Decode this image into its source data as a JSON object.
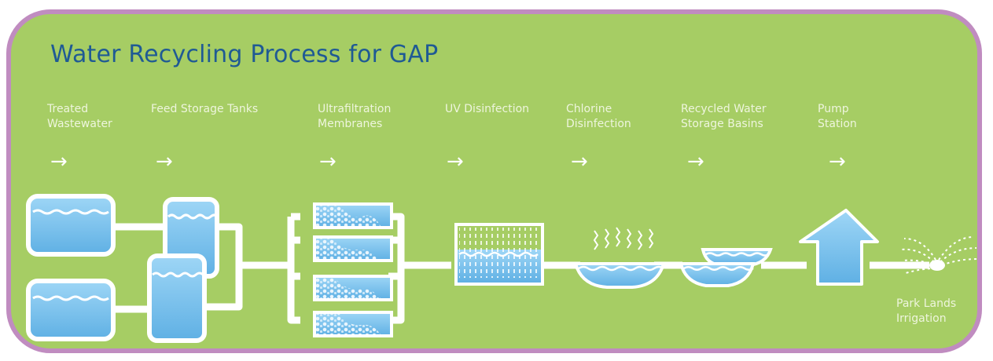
{
  "title": "Water Recycling Process for GAP",
  "stages": [
    {
      "line1": "Treated",
      "line2": "Wastewater"
    },
    {
      "line1": "Feed Storage Tanks",
      "line2": ""
    },
    {
      "line1": "Ultrafiltration",
      "line2": "Membranes"
    },
    {
      "line1": "UV Disinfection",
      "line2": ""
    },
    {
      "line1": "Chlorine",
      "line2": "Disinfection"
    },
    {
      "line1": "Recycled Water",
      "line2": "Storage Basins"
    },
    {
      "line1": "Pump",
      "line2": "Station"
    }
  ],
  "arrow_glyph": "→",
  "end_label": {
    "line1": "Park Lands",
    "line2": "Irrigation"
  },
  "colors": {
    "background": "#a6cd64",
    "border": "#c08cc0",
    "title": "#1f5a94",
    "water": "#7fc4ee",
    "pipe": "#ffffff"
  },
  "icons": [
    "wastewater-tank-icon",
    "feed-storage-tank-icon",
    "membrane-icon",
    "uv-disinfection-icon",
    "chlorine-disinfection-icon",
    "storage-basin-icon",
    "pump-station-icon",
    "sprinkler-icon"
  ]
}
